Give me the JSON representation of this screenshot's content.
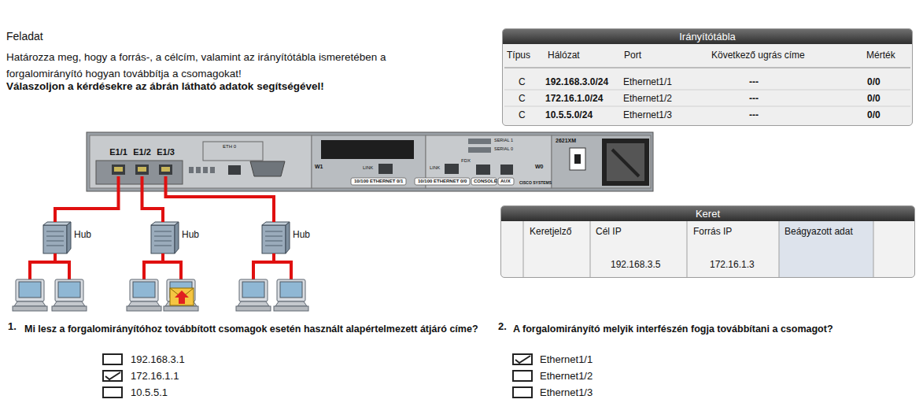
{
  "diagram": {
    "title": "Feladat",
    "nodes": [
      {
        "text": [
          "Irányítótábla"
        ]
      },
      {
        "text": [
          "Keret"
        ]
      },
      {
        "text": [
          "E1/1"
        ]
      },
      {
        "text": [
          "E1/2"
        ]
      },
      {
        "text": [
          "E1/3"
        ]
      },
      {
        "text": [
          "Hub"
        ]
      },
      {
        "text": [
          "Hub"
        ]
      },
      {
        "text": [
          "Hub"
        ]
      }
    ],
    "edges": [
      {
        "from": 2,
        "to": 5,
        "arrow": "none"
      },
      {
        "from": 3,
        "to": 6,
        "arrow": "none"
      },
      {
        "from": 4,
        "to": 7,
        "arrow": "none"
      }
    ],
    "labels": [
      "Határozza meg, hogy a forrás-, a célcím, valamint az irányítótábla ismeretében a forgalomirányító hogyan továbbítja a csomagokat!",
      "Válaszoljon a kérdésekre az ábrán látható adatok segítségével!",
      "Típus",
      "Hálózat",
      "Port",
      "Következő ugrás címe",
      "Mérték",
      "C",
      "192.168.3.0/24",
      "Ethernet1/1",
      "---",
      "0/0",
      "C",
      "172.16.1.0/24",
      "Ethernet1/2",
      "---",
      "0/0",
      "C",
      "10.5.5.0/24",
      "Ethernet1/3",
      "---",
      "0/0",
      "Keretjelző",
      "Cél IP",
      "Forrás IP",
      "Beágyazott adat",
      "192.168.3.5",
      "172.16.1.3",
      "1.",
      "Mi lesz a forgalomirányítóhoz továbbított csomagok esetén használt alapértelmezett átjáró címe?",
      "192.168.3.1",
      "172.16.1.1",
      "10.5.5.1",
      "2.",
      "A forgalomirányító melyik interfészén fogja továbbítani a csomagot?",
      "Ethernet1/1",
      "Ethernet1/2",
      "Ethernet1/3",
      "W1",
      "LINK",
      "10/100 ETHERNET 0/1",
      "LINK",
      "10/100 ETHERNET 0/0",
      "CONSOLE",
      "AUX",
      "FDX",
      "W0",
      "2621XM",
      "CISCO SYSTEMS",
      "ETH 0",
      "SERIAL 1",
      "SERIAL 0"
    ]
  }
}
